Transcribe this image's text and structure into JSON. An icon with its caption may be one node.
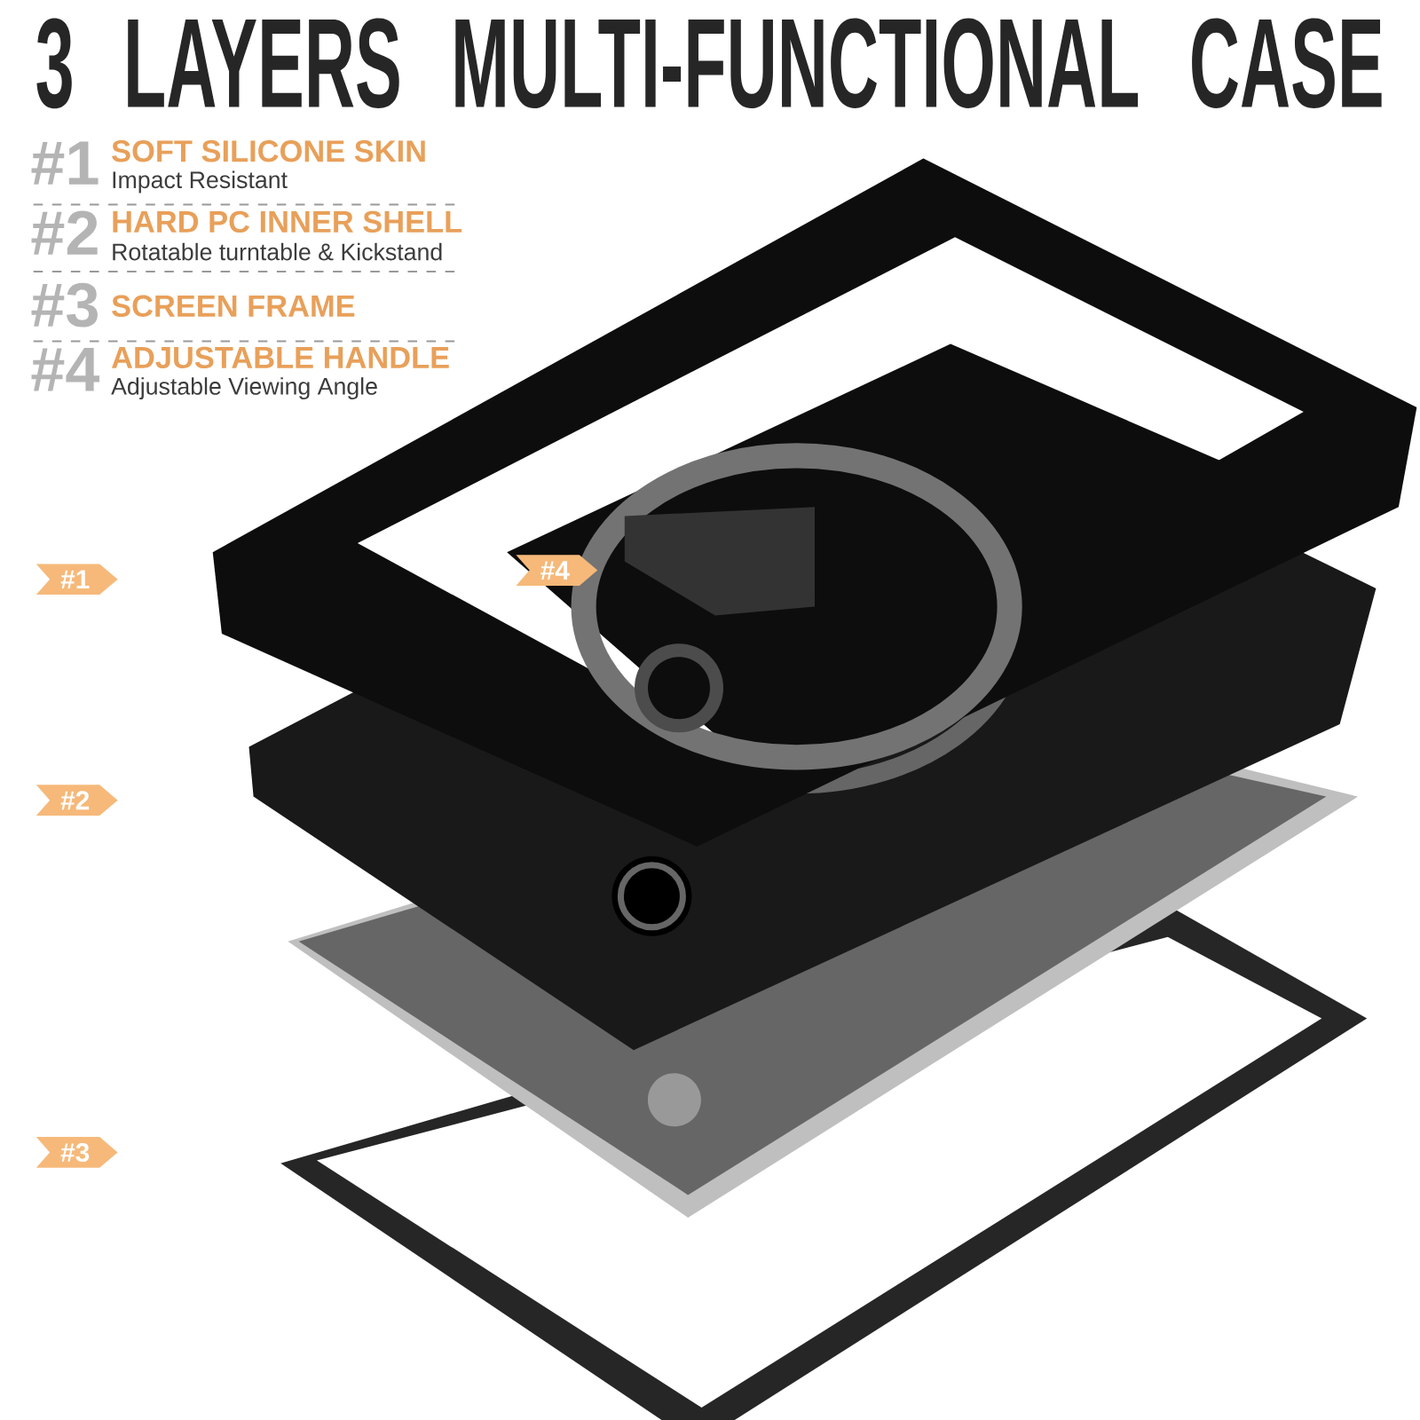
{
  "diagram": {
    "title": "3 LAYERS MULTI-FUNCTIONAL CASE",
    "labels": [
      "#1",
      "SOFT SILICONE SKIN",
      "Impact Resistant",
      "#2",
      "HARD PC INNER SHELL",
      "Rotatable turntable & Kickstand",
      "#3",
      "SCREEN FRAME",
      "#4",
      "ADJUSTABLE HANDLE",
      "Adjustable Viewing Angle",
      "#4",
      "#1",
      "#2",
      "#3"
    ]
  }
}
